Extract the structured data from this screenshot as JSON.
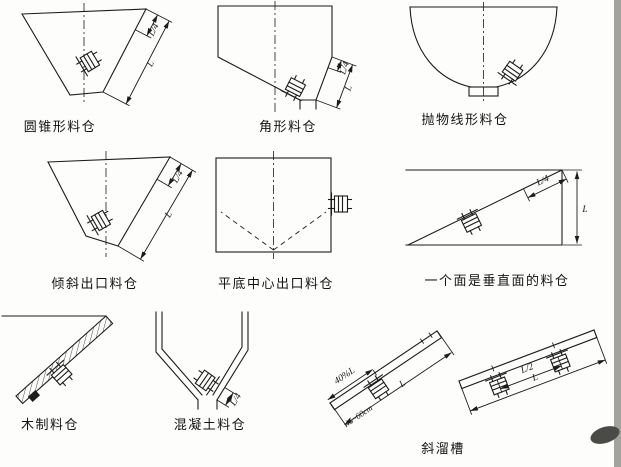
{
  "page": {
    "background": "#fdfdfb",
    "ink": "#1c1c1c"
  },
  "diagrams": [
    {
      "name": "conical-hopper",
      "label": "圆锥形料仓",
      "dim_quarter": "L/4",
      "dim_full": "L"
    },
    {
      "name": "angular-hopper",
      "label": "角形料仓",
      "dim_quarter": "L/4",
      "dim_full": "L"
    },
    {
      "name": "parabolic-hopper",
      "label": "抛物线形料仓"
    },
    {
      "name": "inclined-outlet-hopper",
      "label": "倾斜出口料仓",
      "dim_quarter": "L/4",
      "dim_full": "L"
    },
    {
      "name": "flat-bottom-center-outlet",
      "label": "平底中心出口料仓"
    },
    {
      "name": "one-vertical-face-hopper",
      "label": "一个面是垂直面的料仓",
      "dim_quarter": "L/4",
      "dim_full": "L"
    },
    {
      "name": "wooden-hopper",
      "label": "木制料仓"
    },
    {
      "name": "concrete-hopper",
      "label": "混凝土料仓",
      "dim_quarter": "L/4"
    },
    {
      "name": "inclined-chute",
      "label": "斜溜槽",
      "left_chute": {
        "dim_position": "40%L",
        "dim_full": "L",
        "note": "45~60cm"
      },
      "right_chute": {
        "dim_half": "L/2",
        "dim_full": "L"
      }
    }
  ]
}
